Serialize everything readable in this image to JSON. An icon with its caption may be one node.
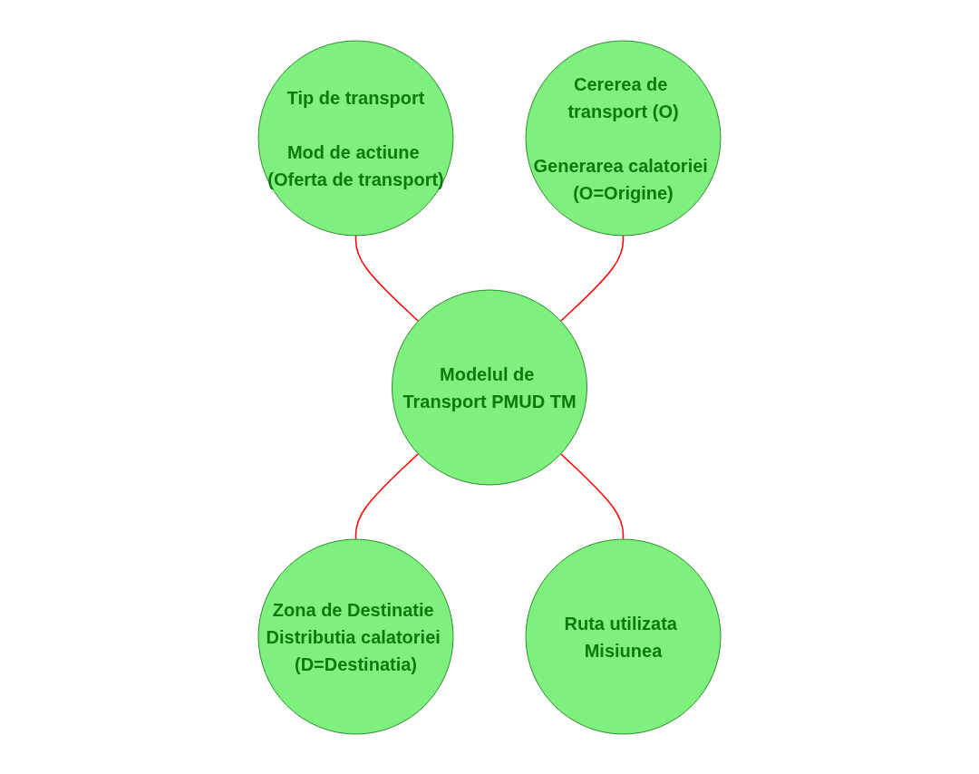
{
  "diagram": {
    "nodes": [
      {
        "text": [
          "Tip de transport",
          "Mod de actiune (Oferta de transport)"
        ]
      },
      {
        "text": [
          "Cererea de transport (O)",
          "Generarea calatoriei (O=Origine)"
        ]
      },
      {
        "text": [
          "Modelul de Transport PMUD TM"
        ]
      },
      {
        "text": [
          "Zona de Destinatie Distributia calatoriei (D=Destinatia)"
        ]
      },
      {
        "text": [
          "Ruta utilizata Misiunea"
        ]
      }
    ],
    "edges": [
      {
        "from": 0,
        "to": 2,
        "arrow": "none",
        "color": "#ff0000"
      },
      {
        "from": 1,
        "to": 2,
        "arrow": "none",
        "color": "#ff0000"
      },
      {
        "from": 2,
        "to": 3,
        "arrow": "none",
        "color": "#ff0000"
      },
      {
        "from": 2,
        "to": 4,
        "arrow": "none",
        "color": "#ff0000"
      }
    ]
  }
}
